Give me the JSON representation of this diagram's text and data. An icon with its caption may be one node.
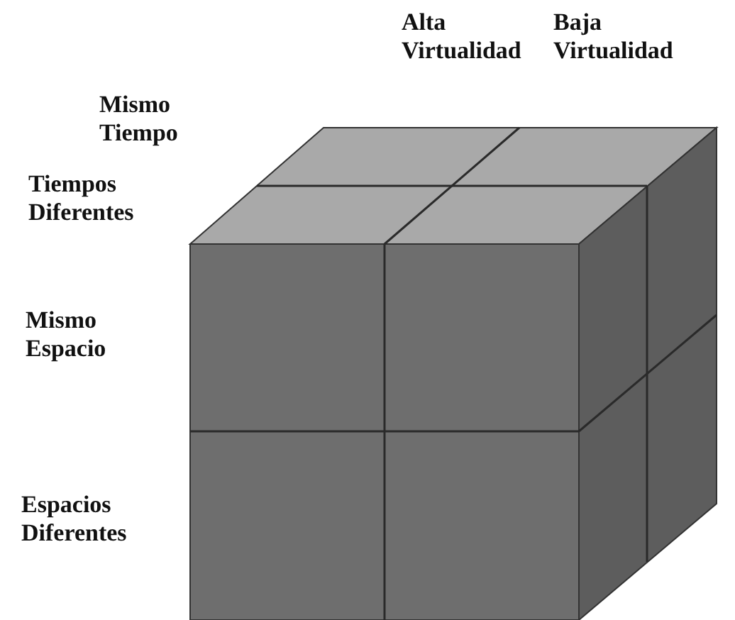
{
  "diagram": {
    "labels": [
      "Alta Virtualidad",
      "Baja Virtualidad",
      "Mismo Tiempo",
      "Tiempos Diferentes",
      "Mismo Espacio",
      "Espacios Diferentes"
    ]
  }
}
